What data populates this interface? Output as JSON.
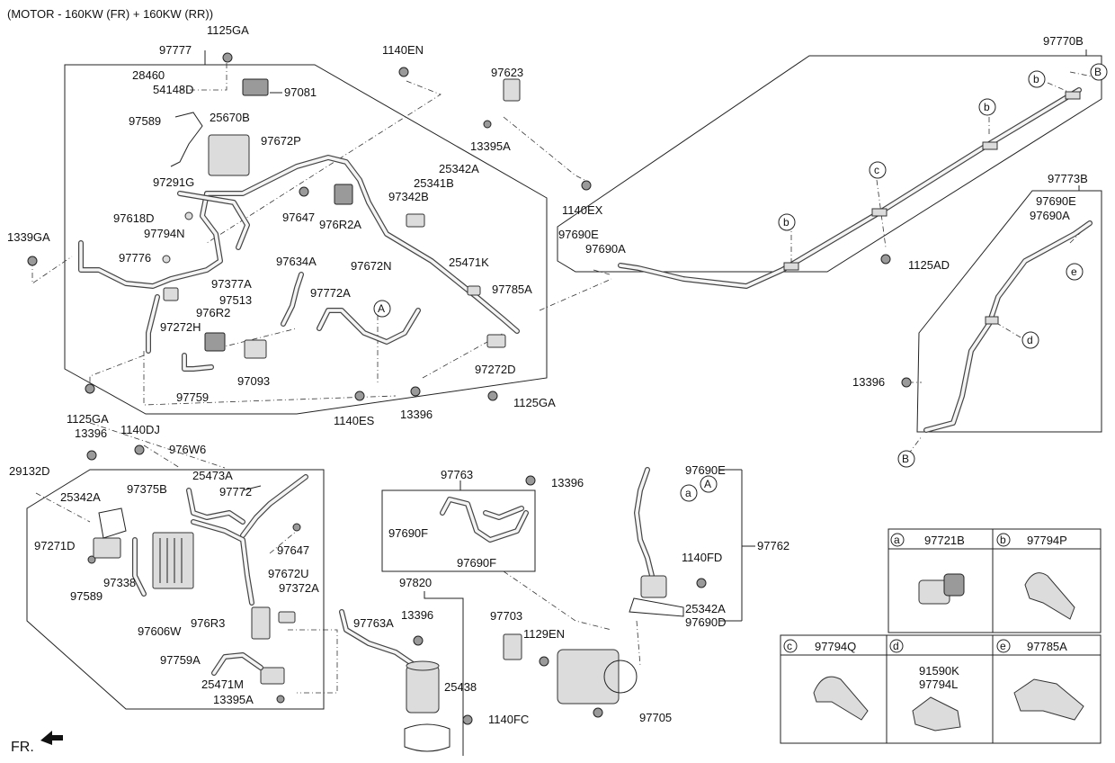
{
  "title": "(MOTOR - 160KW (FR) + 160KW (RR))",
  "front_label": "FR.",
  "labels": {
    "p97777": "97777",
    "p1125GA_a": "1125GA",
    "p28460": "28460",
    "p54148D": "54148D",
    "p97081": "97081",
    "p25670B": "25670B",
    "p97589_a": "97589",
    "p97672P": "97672P",
    "p97291G": "97291G",
    "p1140EN": "1140EN",
    "p97623": "97623",
    "p13395A_a": "13395A",
    "p1140EX": "1140EX",
    "p25342A_a": "25342A",
    "p25341B": "25341B",
    "p97342B": "97342B",
    "p97647_a": "97647",
    "p976R2A": "976R2A",
    "p97618D": "97618D",
    "p97794N": "97794N",
    "p1339GA": "1339GA",
    "p97776": "97776",
    "p97634A": "97634A",
    "p97672N": "97672N",
    "p25471K": "25471K",
    "p97377A": "97377A",
    "p97513": "97513",
    "p97772A": "97772A",
    "p97785A": "97785A",
    "p976R2": "976R2",
    "p97272H": "97272H",
    "p97272D": "97272D",
    "p97759": "97759",
    "p97093": "97093",
    "p1140ES": "1140ES",
    "p13396_a": "13396",
    "p1125GA_b": "1125GA",
    "p1125GA_c": "1125GA",
    "p13396_b": "13396",
    "p1140DJ": "1140DJ",
    "p976W6": "976W6",
    "p29132D": "29132D",
    "p25342A_b": "25342A",
    "p97375B": "97375B",
    "p25473A": "25473A",
    "p97772": "97772",
    "p97271D": "97271D",
    "p97647_b": "97647",
    "p97338": "97338",
    "p97589_b": "97589",
    "p97672U": "97672U",
    "p97372A": "97372A",
    "p97606W": "97606W",
    "p976R3": "976R3",
    "p97759A": "97759A",
    "p25471M": "25471M",
    "p13395A_b": "13395A",
    "p97763": "97763",
    "p13396_c": "13396",
    "p97690F_a": "97690F",
    "p97690F_b": "97690F",
    "p97820": "97820",
    "p97763A": "97763A",
    "p13396_d": "13396",
    "p25438": "25438",
    "p1140FC": "1140FC",
    "p97703": "97703",
    "p1129EN": "1129EN",
    "p97705": "97705",
    "p97690E_a": "97690E",
    "p97762": "97762",
    "p1140FD": "1140FD",
    "p25342A_c": "25342A",
    "p97690D": "97690D",
    "p97770B": "97770B",
    "p97690E_b": "97690E",
    "p97690A_a": "97690A",
    "p1125AD": "1125AD",
    "p97773B": "97773B",
    "p97690E_c": "97690E",
    "p97690A_b": "97690A",
    "p13396_e": "13396"
  },
  "callouts": {
    "A": "A",
    "B": "B",
    "a": "a",
    "b": "b",
    "c": "c",
    "d": "d",
    "e": "e"
  },
  "legend": [
    {
      "key": "a",
      "parts": [
        "97721B"
      ]
    },
    {
      "key": "b",
      "parts": [
        "97794P"
      ]
    },
    {
      "key": "c",
      "parts": [
        "97794Q"
      ]
    },
    {
      "key": "d",
      "parts": [
        "91590K",
        "97794L"
      ]
    },
    {
      "key": "e",
      "parts": [
        "97785A"
      ]
    }
  ]
}
